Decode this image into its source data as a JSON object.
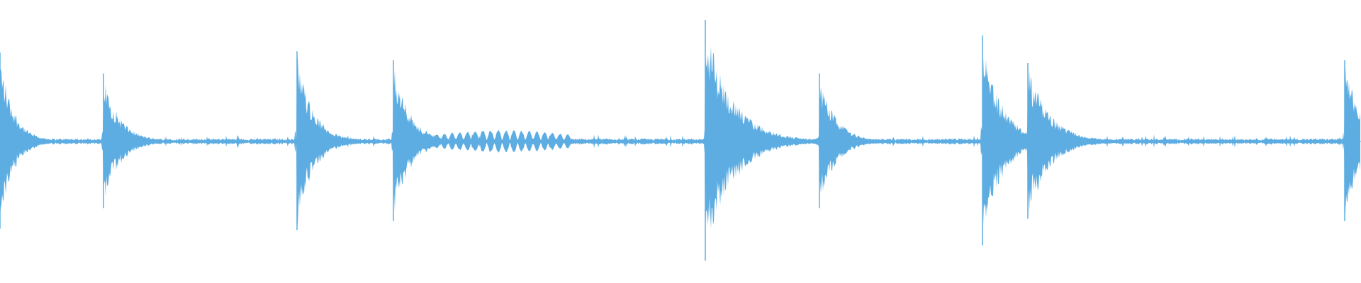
{
  "waveform": {
    "color": "#5DADE2",
    "background": "#ffffff",
    "duration_fraction_unit": "fraction_of_track",
    "baseline_amplitude": 0.02,
    "transients": [
      {
        "position": 0.0,
        "peak": 0.68,
        "decay": 0.01
      },
      {
        "position": 0.076,
        "peak": 0.52,
        "decay": 0.012
      },
      {
        "position": 0.218,
        "peak": 0.69,
        "decay": 0.012
      },
      {
        "position": 0.289,
        "peak": 0.62,
        "decay": 0.012
      },
      {
        "position": 0.518,
        "peak": 0.93,
        "decay": 0.02
      },
      {
        "position": 0.602,
        "peak": 0.52,
        "decay": 0.012
      },
      {
        "position": 0.722,
        "peak": 0.81,
        "decay": 0.014
      },
      {
        "position": 0.755,
        "peak": 0.6,
        "decay": 0.016
      },
      {
        "position": 0.988,
        "peak": 0.62,
        "decay": 0.012
      }
    ],
    "tremolo_bursts": [
      {
        "start": 0.318,
        "end": 0.42,
        "amplitude": 0.09
      },
      {
        "start": 0.606,
        "end": 0.64,
        "amplitude": 0.03
      }
    ]
  }
}
